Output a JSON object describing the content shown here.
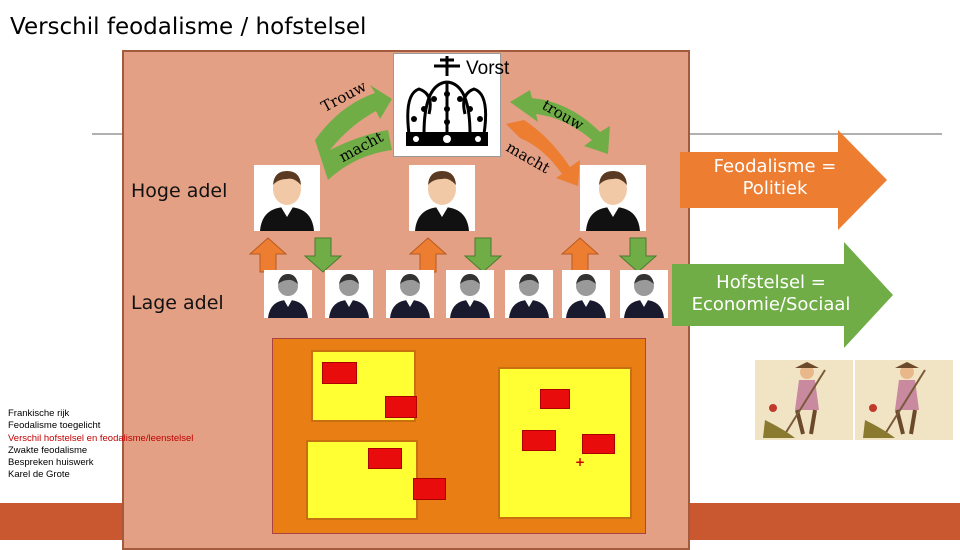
{
  "title": "Verschil feodalisme / hofstelsel",
  "vorst_label": "Vorst",
  "arrows": {
    "trouw_left": "Trouw",
    "macht_left": "macht",
    "trouw_right": "trouw",
    "macht_right": "macht"
  },
  "levels": {
    "hoge_adel": "Hoge adel",
    "lage_adel": "Lage adel"
  },
  "side_arrows": [
    {
      "text": "Feodalisme = Politiek",
      "color": "#ed7d31"
    },
    {
      "text": "Hofstelsel = Economie/Sociaal",
      "color": "#70ad47"
    }
  ],
  "nav": {
    "items": [
      {
        "label": "Frankische rijk",
        "active": false
      },
      {
        "label": "Feodalisme toegelicht",
        "active": false
      },
      {
        "label": "Verschil hofstelsel en feodalisme/leenstelsel",
        "active": true
      },
      {
        "label": "Zwakte feodalisme",
        "active": false
      },
      {
        "label": "Bespreken huiswerk",
        "active": false
      },
      {
        "label": "Karel de Grote",
        "active": false
      }
    ]
  },
  "colors": {
    "panel": "#e3a085",
    "arrow_orange": "#ed7d31",
    "arrow_green": "#70ad47",
    "manor": "#e97f14",
    "field": "#ffff33",
    "building": "#e80c0c",
    "bottom_bar": "#c9572f"
  }
}
